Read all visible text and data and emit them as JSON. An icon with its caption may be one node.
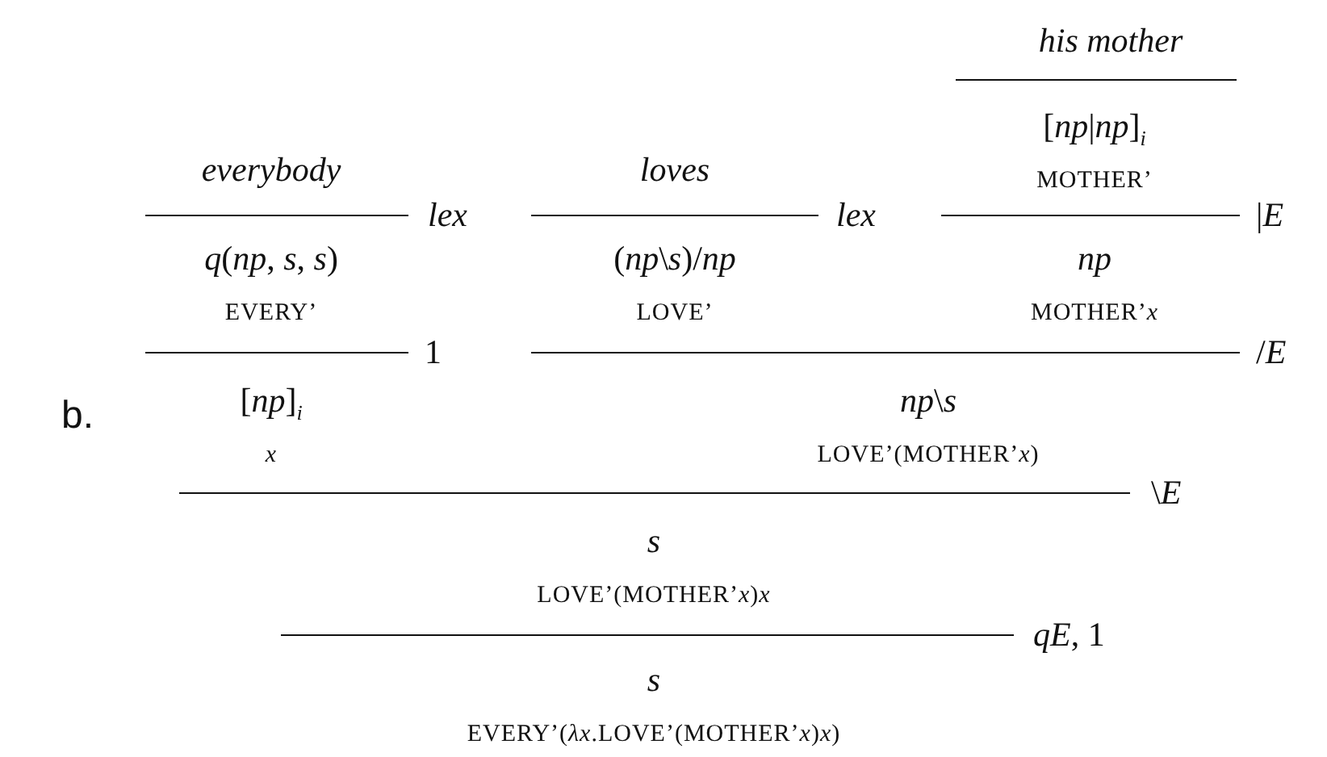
{
  "diagram": {
    "nodes": [
      {
        "text": [
          "everybody"
        ]
      },
      {
        "text": [
          "*q*(*np*, *s*, *s*)",
          "EVERY’"
        ]
      },
      {
        "text": [
          "[*np*]$_{i}$",
          "*x*"
        ]
      },
      {
        "text": [
          "loves"
        ]
      },
      {
        "text": [
          "(*np*\\*s*)/*np*",
          "LOVE’"
        ]
      },
      {
        "text": [
          "his mother"
        ]
      },
      {
        "text": [
          "[*np*|*np*]$_{i}$",
          "MOTHER’"
        ]
      },
      {
        "text": [
          "*np*",
          "MOTHER’*x*"
        ]
      },
      {
        "text": [
          "*np*\\*s*",
          "LOVE’(MOTHER’*x*)"
        ]
      },
      {
        "text": [
          "*s*",
          "LOVE’(MOTHER’*x*)*x*"
        ]
      },
      {
        "text": [
          "*s*",
          "EVERY’(*λx*.LOVE’(MOTHER’*x*)*x*)"
        ]
      }
    ],
    "labels": [
      "lex",
      "lex",
      "|*E*",
      "1",
      "/*E*",
      "b.",
      "\\*E*",
      "*qE*, 1"
    ]
  }
}
